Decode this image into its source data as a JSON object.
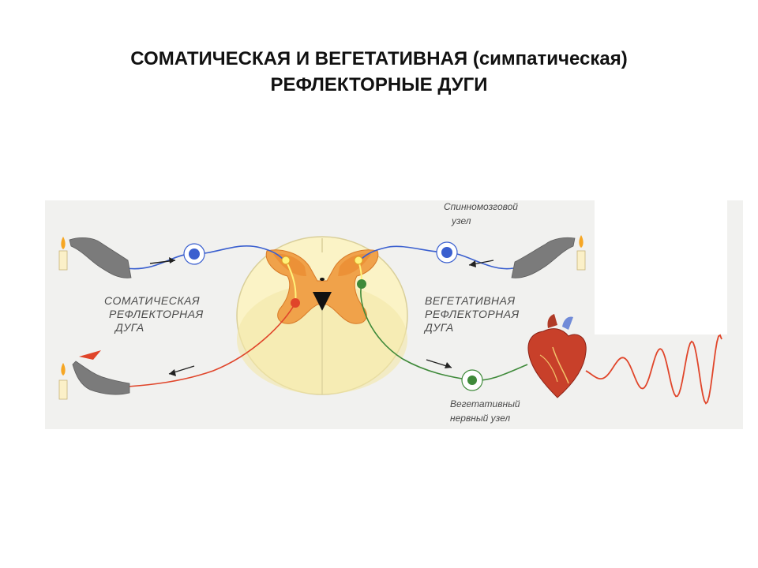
{
  "title": {
    "line1": "СОМАТИЧЕСКАЯ И ВЕГЕТАТИВНАЯ (симпатическая)",
    "line2": "РЕФЛЕКТОРНЫЕ ДУГИ"
  },
  "labels": {
    "somatic": [
      "СОМАТИЧЕСКАЯ",
      "РЕФЛЕКТОРНАЯ",
      "ДУГА"
    ],
    "vegetative": [
      "ВЕГЕТАТИВНАЯ",
      "РЕФЛЕКТОРНАЯ",
      "ДУГА"
    ],
    "spinal_ganglion": [
      "Спинномозговой",
      "узел"
    ],
    "vegetative_ganglion": [
      "Вегетативный",
      "нервный узел"
    ]
  },
  "colors": {
    "sensory_nerve": "#3a5fcf",
    "motor_nerve": "#e0452a",
    "vegetative_nerve": "#3f8a3a",
    "gray_matter": "#f0a24a",
    "white_matter": "#fbf3c6",
    "hand": "#7b7b7b",
    "heart": "#c8402a",
    "wave": "#e0452a"
  },
  "icons": {
    "candle": "candle-icon",
    "hand": "hand-icon",
    "heart": "heart-icon",
    "ganglion": "ganglion-icon",
    "arrow": "arrow-icon",
    "wave": "sine-wave-icon"
  }
}
